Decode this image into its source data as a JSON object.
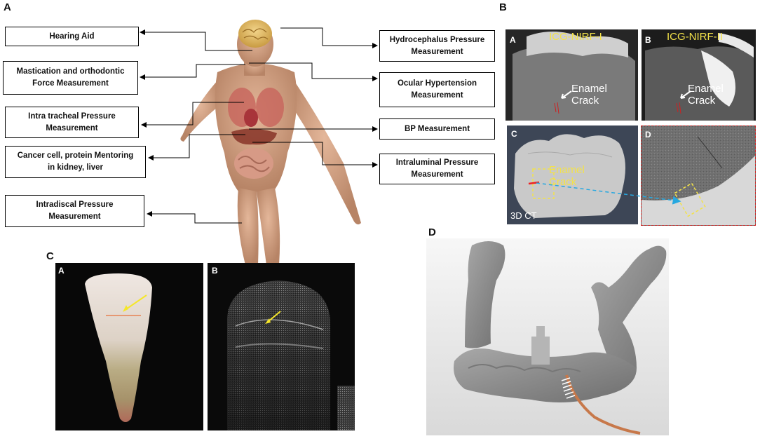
{
  "panel_A": {
    "letter": "A",
    "callouts_left": [
      "Hearing Aid",
      "Mastication and orthodontic\nForce Measurement",
      "Intra tracheal Pressure\nMeasurement",
      "Cancer cell, protein Mentoring\nin kidney, liver",
      "Intradiscal Pressure\nMeasurement"
    ],
    "callouts_right": [
      "Hydrocephalus Pressure\nMeasurement",
      "Ocular Hypertension\nMeasurement",
      "BP Measurement",
      "Intraluminal Pressure\nMeasurement"
    ]
  },
  "panel_B": {
    "letter": "B",
    "sub_a": {
      "letter": "A",
      "title": "ICG-NIRF-I",
      "annotation": "Enamel\nCrack"
    },
    "sub_b": {
      "letter": "B",
      "title": "ICG-NIRF-II",
      "annotation": "Enamel\nCrack"
    },
    "sub_c": {
      "letter": "C",
      "annotation": "Enamel\nCrack",
      "corner": "3D CT"
    },
    "sub_d": {
      "letter": "D"
    },
    "colors": {
      "label_yellow": "#f3e24a",
      "dashed_red": "#cc2222",
      "arrow_blue": "#27a8e0"
    }
  },
  "panel_C": {
    "letter": "C",
    "sub_a": {
      "letter": "A"
    },
    "sub_b": {
      "letter": "B"
    },
    "colors": {
      "arrow_yellow": "#f5e62a",
      "line_orange": "#e8703a"
    }
  },
  "panel_D": {
    "letter": "D",
    "colors": {
      "cable": "#c7784a",
      "jaw": "#8a8a8a"
    }
  }
}
